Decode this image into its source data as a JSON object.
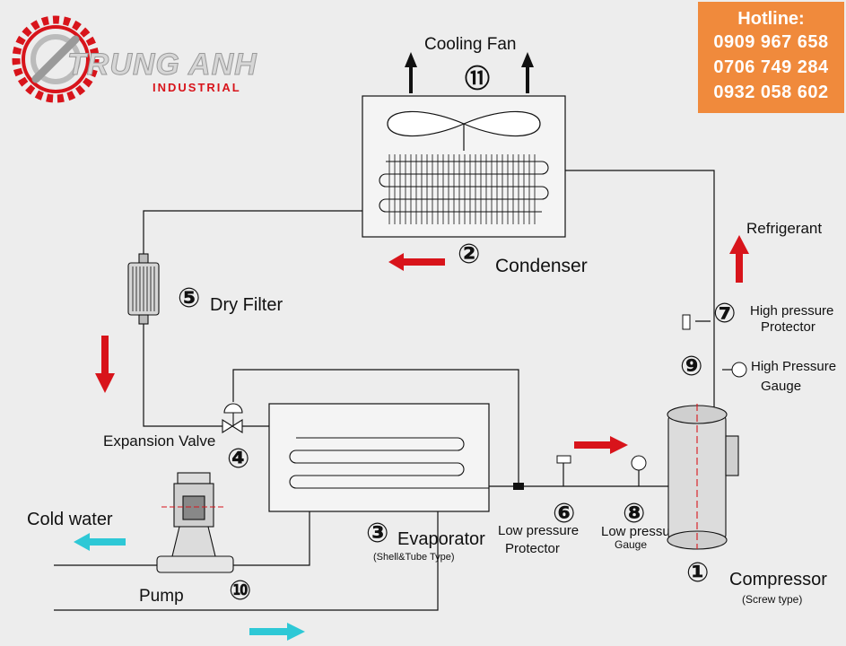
{
  "logo": {
    "brand": "TRUNG ANH",
    "sub": "INDUSTRIAL"
  },
  "hotline": {
    "title": "Hotline:",
    "phones": [
      "0909 967 658",
      "0706 749 284",
      "0932 058 602"
    ]
  },
  "colors": {
    "accent_red": "#d8141b",
    "accent_cyan": "#2ec8d6",
    "hotline_bg": "#f08a3c"
  },
  "components": {
    "cooling_fan": {
      "num": "⑪",
      "label": "Cooling Fan"
    },
    "condenser": {
      "num": "②",
      "label": "Condenser"
    },
    "evaporator": {
      "num": "③",
      "label": "Evaporator",
      "sub": "(Shell&Tube Type)"
    },
    "expansion_valve": {
      "num": "④",
      "label": "Expansion Valve"
    },
    "dry_filter": {
      "num": "⑤",
      "label": "Dry Filter"
    },
    "low_pressure_protector": {
      "num": "⑥",
      "line1": "Low pressure",
      "line2": "Protector"
    },
    "high_pressure_protector": {
      "num": "⑦",
      "line1": "High pressure",
      "line2": "Protector"
    },
    "low_pressure_gauge": {
      "num": "⑧",
      "line1": "Low pressure",
      "line2": "Gauge"
    },
    "high_pressure_gauge": {
      "num": "⑨",
      "line1": "High Pressure",
      "line2": "Gauge"
    },
    "pump": {
      "num": "⑩",
      "label": "Pump"
    },
    "compressor": {
      "num": "①",
      "label": "Compressor",
      "sub": "(Screw type)"
    }
  },
  "flows": {
    "refrigerant": "Refrigerant",
    "cold_water": "Cold water"
  }
}
